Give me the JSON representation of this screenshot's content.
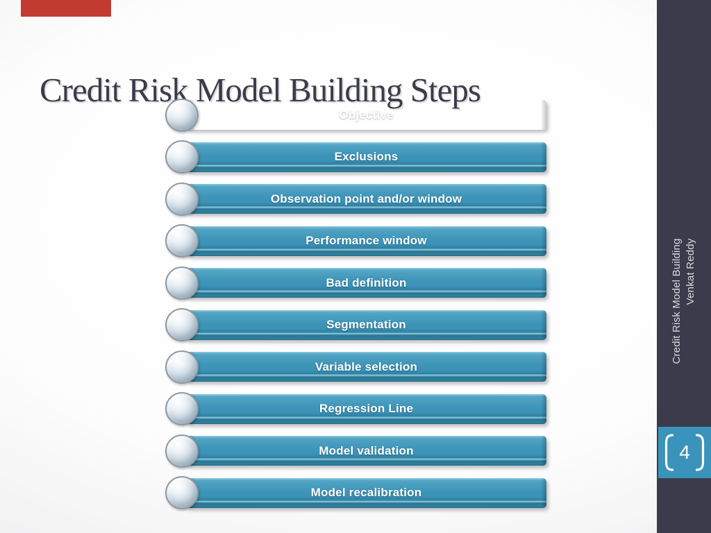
{
  "slide": {
    "title": "Credit Risk Model Building Steps",
    "sidebar": {
      "line1": "Credit Risk Model Building",
      "line2": "Venkat Reddy",
      "page_number": "4"
    },
    "steps": [
      {
        "label": "Objective",
        "variant": "gold"
      },
      {
        "label": "Exclusions",
        "variant": "teal"
      },
      {
        "label": "Observation point and/or window",
        "variant": "teal"
      },
      {
        "label": "Performance window",
        "variant": "teal"
      },
      {
        "label": "Bad definition",
        "variant": "teal"
      },
      {
        "label": "Segmentation",
        "variant": "teal"
      },
      {
        "label": "Variable selection",
        "variant": "teal"
      },
      {
        "label": "Regression Line",
        "variant": "teal"
      },
      {
        "label": "Model validation",
        "variant": "teal"
      },
      {
        "label": "Model recalibration",
        "variant": "teal"
      }
    ],
    "colors": {
      "accent_tab": "#c23b30",
      "sidebar_bg": "#3b3b4b",
      "badge": "#3a93bb",
      "title": "#3b3b4a",
      "gold": "#fbb800",
      "teal": "#3a92b6"
    }
  }
}
